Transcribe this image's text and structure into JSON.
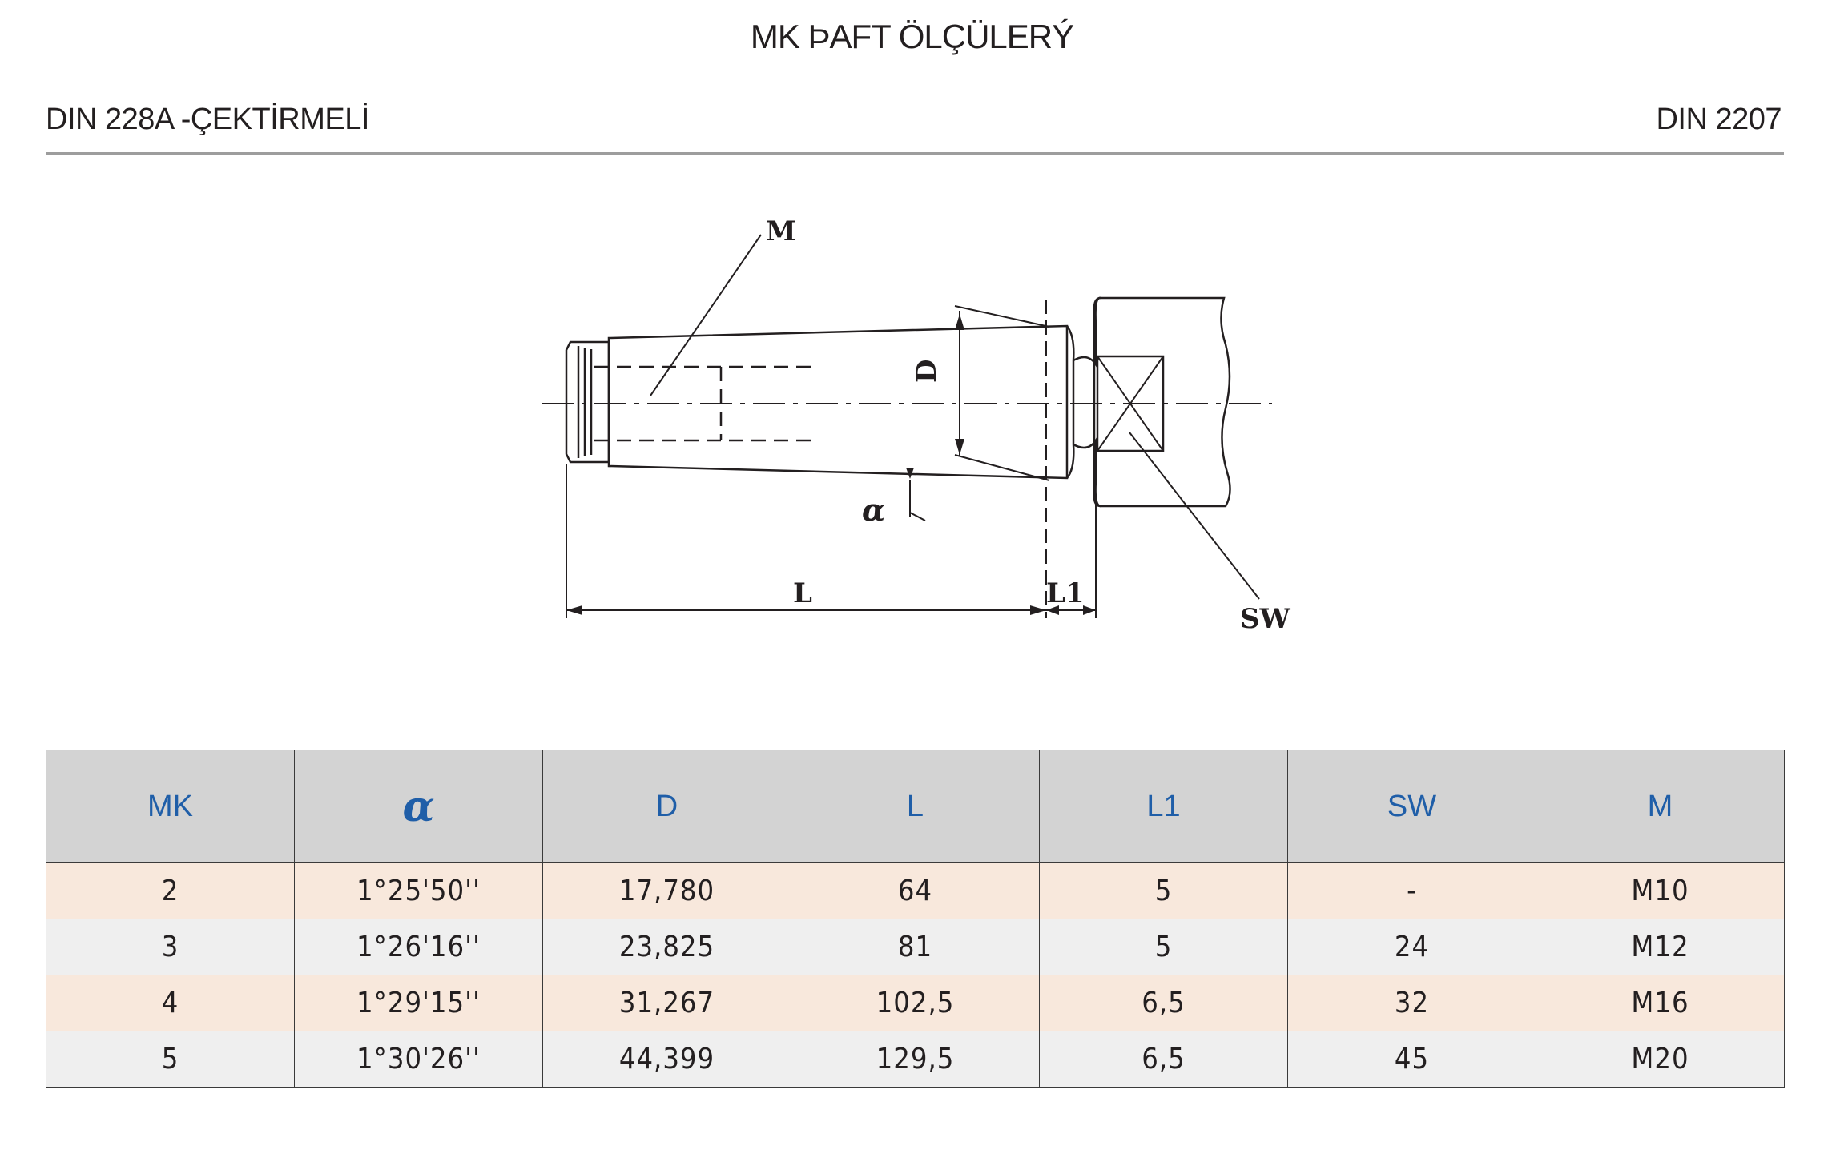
{
  "header": {
    "title": "MK ÞAFT ÖLÇÜLERÝ",
    "subtitle_left": "DIN 228A -ÇEKTİRMELİ",
    "subtitle_right": "DIN 2207"
  },
  "drawing": {
    "labels": {
      "m": "M",
      "d": "D",
      "alpha": "α",
      "l": "L",
      "l1": "L1",
      "sw": "SW"
    }
  },
  "table": {
    "columns": [
      "MK",
      "α",
      "D",
      "L",
      "L1",
      "SW",
      "M"
    ],
    "rows": [
      [
        "2",
        "1°25'50''",
        "17,780",
        "64",
        "5",
        "-",
        "M10"
      ],
      [
        "3",
        "1°26'16''",
        "23,825",
        "81",
        "5",
        "24",
        "M12"
      ],
      [
        "4",
        "1°29'15''",
        "31,267",
        "102,5",
        "6,5",
        "32",
        "M16"
      ],
      [
        "5",
        "1°30'26''",
        "44,399",
        "129,5",
        "6,5",
        "45",
        "M20"
      ]
    ]
  },
  "colors": {
    "header_bg": "#d3d3d3",
    "header_text": "#1f5ea8",
    "row_odd_bg": "#f8e8dc",
    "row_even_bg": "#efefef",
    "rule": "#9d9d9d"
  }
}
